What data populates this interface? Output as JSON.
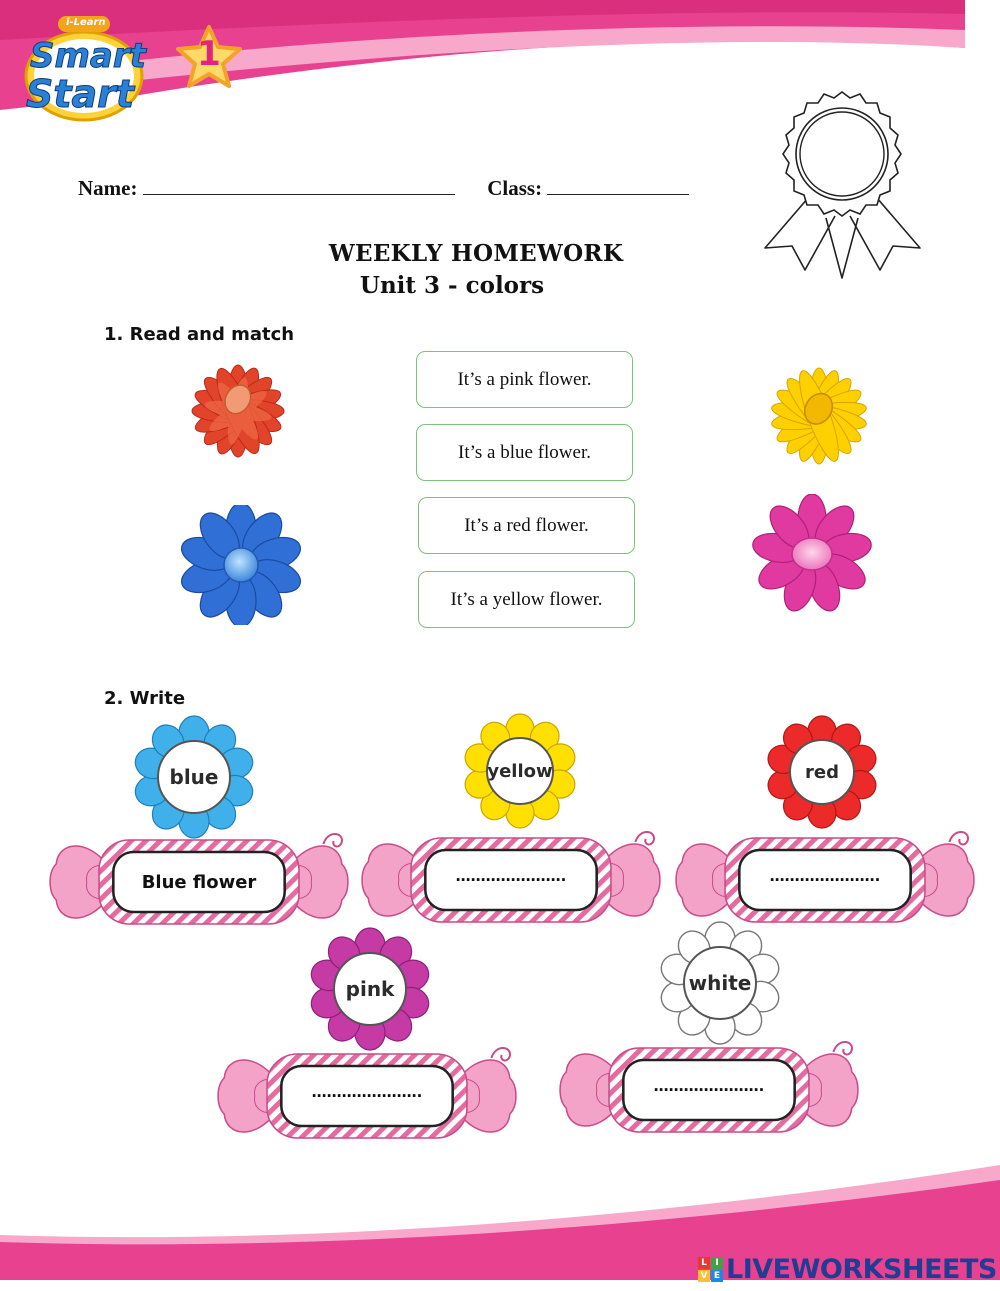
{
  "header": {
    "logo_small": "i-Learn",
    "logo_line1": "Smart",
    "logo_line2": "Start",
    "level_badge": "1"
  },
  "student": {
    "name_label": "Name:",
    "class_label": "Class:"
  },
  "title": {
    "main": "WEEKLY HOMEWORK",
    "unit": "Unit 3 - colors"
  },
  "section1": {
    "heading": "1. Read and match",
    "sentences": [
      "It’s a pink flower.",
      "It’s a blue flower.",
      "It’s a red flower.",
      "It’s a yellow flower."
    ]
  },
  "section2": {
    "heading": "2. Write",
    "items": [
      {
        "word": "blue",
        "answer": "Blue flower"
      },
      {
        "word": "yellow",
        "answer": "…………………."
      },
      {
        "word": "red",
        "answer": "…………………."
      },
      {
        "word": "pink",
        "answer": "…………………."
      },
      {
        "word": "white",
        "answer": "…………………."
      }
    ]
  },
  "footer": {
    "brand_letters": [
      "L",
      "I",
      "V",
      "E"
    ],
    "brand": "LIVEWORKSHEETS"
  },
  "colors": {
    "band_pink": "#e8418f",
    "candy_pink": "#f2a6c9",
    "stripe_pink": "#e46a9f",
    "input_border": "#7cc27a",
    "brand_blue": "#1f3e92"
  },
  "icons": [
    "ribbon-award-icon",
    "star-badge-icon",
    "flower-icon"
  ]
}
